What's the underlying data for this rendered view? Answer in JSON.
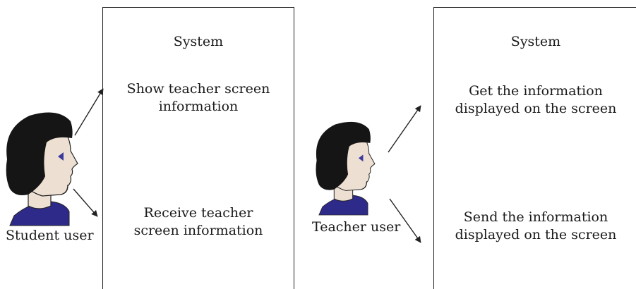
{
  "left_panel": {
    "system_title": "System",
    "upper_text": "Show teacher screen\ninformation",
    "lower_text": "Receive teacher\nscreen information",
    "user_label": "Student user"
  },
  "right_panel": {
    "system_title": "System",
    "upper_text": "Get the information\ndisplayed on the screen",
    "lower_text": "Send the information\ndisplayed on the screen",
    "user_label": "Teacher user"
  },
  "colors": {
    "hair": "#151515",
    "skin": "#ede0d2",
    "shirt": "#2e2a8a",
    "eye": "#3c3a9c",
    "line": "#222222"
  }
}
